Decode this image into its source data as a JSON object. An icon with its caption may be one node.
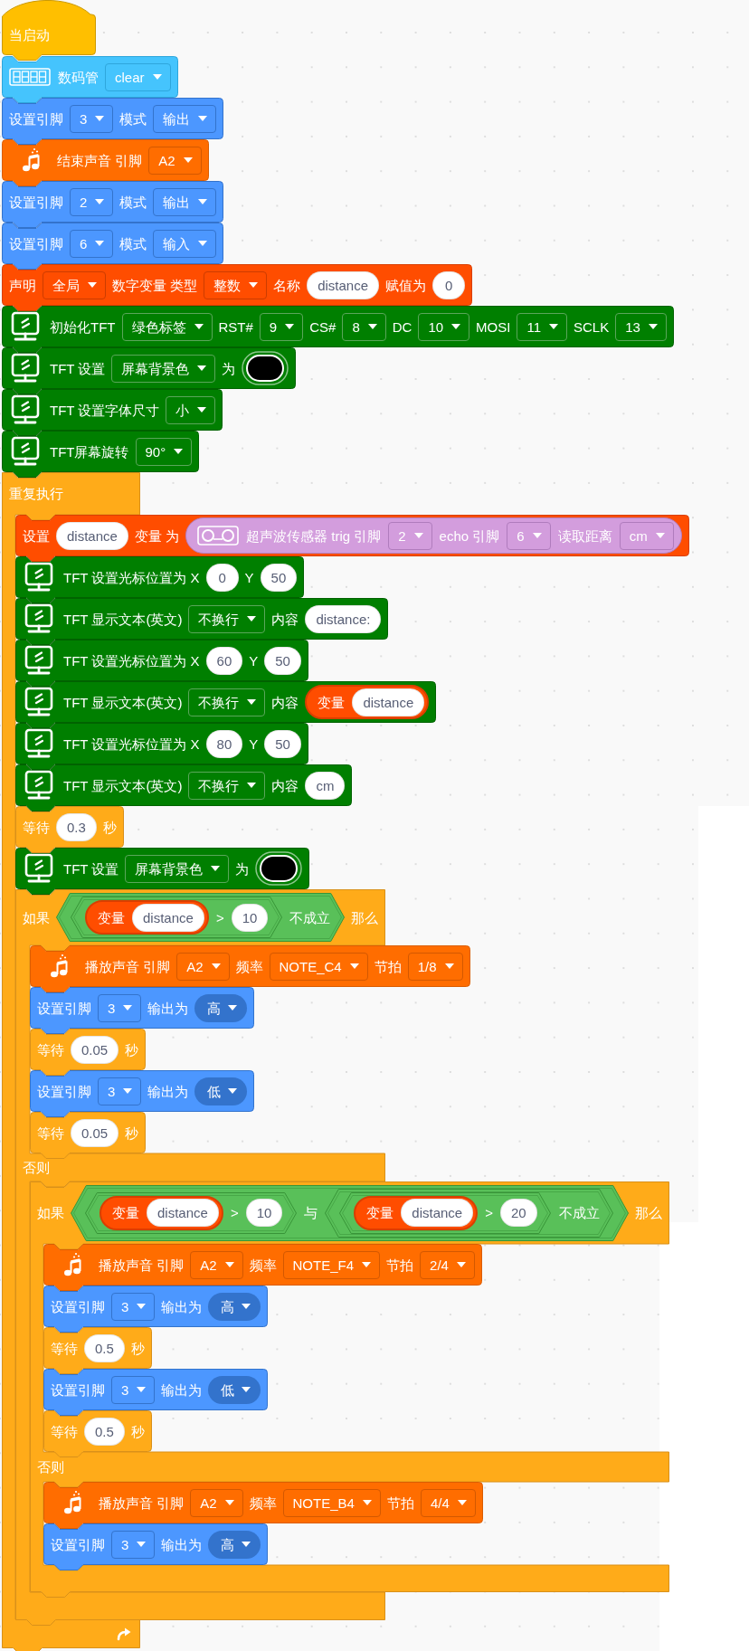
{
  "diagram": {
    "nodes": [
      {
        "text": [
          "当启动"
        ]
      },
      {
        "text": [
          "数码管"
        ]
      },
      {
        "text": [
          "clear"
        ],
        "in": 1
      },
      {
        "text": [
          "设置引脚",
          "模式"
        ]
      },
      {
        "text": [
          "3"
        ],
        "in": 3
      },
      {
        "text": [
          "输出"
        ],
        "in": 3
      },
      {
        "text": [
          "结束声音 引脚"
        ]
      },
      {
        "text": [
          "A2"
        ],
        "in": 6
      },
      {
        "text": [
          "设置引脚",
          "模式"
        ]
      },
      {
        "text": [
          "2"
        ],
        "in": 8
      },
      {
        "text": [
          "输出"
        ],
        "in": 8
      },
      {
        "text": [
          "设置引脚",
          "模式"
        ]
      },
      {
        "text": [
          "6"
        ],
        "in": 11
      },
      {
        "text": [
          "输入"
        ],
        "in": 11
      },
      {
        "text": [
          "声明",
          "数字变量 类型",
          "名称",
          "赋值为"
        ]
      },
      {
        "text": [
          "全局"
        ],
        "in": 14
      },
      {
        "text": [
          "整数"
        ],
        "in": 14
      },
      {
        "text": [
          "distance"
        ],
        "in": 14
      },
      {
        "text": [
          "0"
        ],
        "in": 14
      },
      {
        "text": [
          "初始化TFT",
          "RST#",
          "CS#",
          "DC",
          "MOSI",
          "SCLK"
        ]
      },
      {
        "text": [
          "绿色标签"
        ],
        "in": 19
      },
      {
        "text": [
          "9"
        ],
        "in": 19
      },
      {
        "text": [
          "8"
        ],
        "in": 19
      },
      {
        "text": [
          "10"
        ],
        "in": 19
      },
      {
        "text": [
          "11"
        ],
        "in": 19
      },
      {
        "text": [
          "13"
        ],
        "in": 19
      },
      {
        "text": [
          "TFT 设置",
          "为"
        ]
      },
      {
        "text": [
          "屏幕背景色"
        ],
        "in": 26
      },
      {
        "text": [
          "TFT 设置字体尺寸"
        ]
      },
      {
        "text": [
          "小"
        ],
        "in": 28
      },
      {
        "text": [
          "TFT屏幕旋转"
        ]
      },
      {
        "text": [
          "90°"
        ],
        "in": 30
      },
      {
        "text": [
          "重复执行"
        ]
      },
      {
        "text": [
          "设置",
          "变量 为"
        ]
      },
      {
        "text": [
          "distance"
        ],
        "in": 33
      },
      {
        "text": [
          "超声波传感器 trig 引脚",
          "echo 引脚",
          "读取距离"
        ],
        "in": 33
      },
      {
        "text": [
          "2"
        ],
        "in": 35
      },
      {
        "text": [
          "6"
        ],
        "in": 35
      },
      {
        "text": [
          "cm"
        ],
        "in": 35
      },
      {
        "text": [
          "TFT 设置光标位置为 X",
          "Y"
        ]
      },
      {
        "text": [
          "0"
        ],
        "in": 39
      },
      {
        "text": [
          "50"
        ],
        "in": 39
      },
      {
        "text": [
          "TFT 显示文本(英文)",
          "内容"
        ]
      },
      {
        "text": [
          "不换行"
        ],
        "in": 42
      },
      {
        "text": [
          "distance:"
        ],
        "in": 42
      },
      {
        "text": [
          "TFT 设置光标位置为 X",
          "Y"
        ]
      },
      {
        "text": [
          "60"
        ],
        "in": 45
      },
      {
        "text": [
          "50"
        ],
        "in": 45
      },
      {
        "text": [
          "TFT 显示文本(英文)",
          "内容"
        ]
      },
      {
        "text": [
          "不换行"
        ],
        "in": 48
      },
      {
        "text": [
          "变量"
        ],
        "in": 48
      },
      {
        "text": [
          "distance"
        ],
        "in": 50
      },
      {
        "text": [
          "TFT 设置光标位置为 X",
          "Y"
        ]
      },
      {
        "text": [
          "80"
        ],
        "in": 52
      },
      {
        "text": [
          "50"
        ],
        "in": 52
      },
      {
        "text": [
          "TFT 显示文本(英文)",
          "内容"
        ]
      },
      {
        "text": [
          "不换行"
        ],
        "in": 55
      },
      {
        "text": [
          "cm"
        ],
        "in": 55
      },
      {
        "text": [
          "等待",
          "秒"
        ],
        "in": 32
      },
      {
        "text": [
          "0.3"
        ],
        "in": 58
      },
      {
        "text": [
          "TFT 设置",
          "为"
        ]
      },
      {
        "text": [
          "屏幕背景色"
        ],
        "in": 60
      },
      {
        "text": [
          "如果",
          "那么",
          "否则"
        ]
      },
      {
        "text": [
          "不成立"
        ],
        "in": 62
      },
      {
        "text": [
          ">"
        ],
        "in": 63
      },
      {
        "text": [
          "变量"
        ],
        "in": 64
      },
      {
        "text": [
          "distance"
        ],
        "in": 65
      },
      {
        "text": [
          "10"
        ],
        "in": 64
      },
      {
        "text": [
          "播放声音 引脚",
          "频率",
          "节拍"
        ]
      },
      {
        "text": [
          "A2"
        ],
        "in": 68
      },
      {
        "text": [
          "NOTE_C4"
        ],
        "in": 68
      },
      {
        "text": [
          "1/8"
        ],
        "in": 68
      },
      {
        "text": [
          "设置引脚",
          "输出为"
        ],
        "in": 62
      },
      {
        "text": [
          "3"
        ],
        "in": 72
      },
      {
        "text": [
          "高"
        ],
        "in": 72
      },
      {
        "text": [
          "等待",
          "秒"
        ],
        "in": 62
      },
      {
        "text": [
          "0.05"
        ],
        "in": 75
      },
      {
        "text": [
          "设置引脚",
          "输出为"
        ],
        "in": 62
      },
      {
        "text": [
          "3"
        ],
        "in": 77
      },
      {
        "text": [
          "低"
        ],
        "in": 77
      },
      {
        "text": [
          "等待",
          "秒"
        ],
        "in": 62
      },
      {
        "text": [
          "0.05"
        ],
        "in": 80
      },
      {
        "text": [
          "如果",
          "那么",
          "否则"
        ]
      },
      {
        "text": [
          "与"
        ],
        "in": 82
      },
      {
        "text": [
          ">"
        ],
        "in": 83
      },
      {
        "text": [
          "变量"
        ],
        "in": 84
      },
      {
        "text": [
          "distance"
        ],
        "in": 85
      },
      {
        "text": [
          "10"
        ],
        "in": 84
      },
      {
        "text": [
          "不成立"
        ],
        "in": 83
      },
      {
        "text": [
          ">"
        ],
        "in": 88
      },
      {
        "text": [
          "变量"
        ],
        "in": 89
      },
      {
        "text": [
          "distance"
        ],
        "in": 90
      },
      {
        "text": [
          "20"
        ],
        "in": 89
      },
      {
        "text": [
          "播放声音 引脚",
          "频率",
          "节拍"
        ],
        "in": 82
      },
      {
        "text": [
          "A2"
        ],
        "in": 93
      },
      {
        "text": [
          "NOTE_F4"
        ],
        "in": 93
      },
      {
        "text": [
          "2/4"
        ],
        "in": 93
      },
      {
        "text": [
          "设置引脚",
          "输出为"
        ],
        "in": 82
      },
      {
        "text": [
          "3"
        ],
        "in": 97
      },
      {
        "text": [
          "高"
        ],
        "in": 97
      },
      {
        "text": [
          "等待",
          "秒"
        ],
        "in": 82
      },
      {
        "text": [
          "0.5"
        ],
        "in": 100
      },
      {
        "text": [
          "设置引脚",
          "输出为"
        ],
        "in": 82
      },
      {
        "text": [
          "3"
        ],
        "in": 102
      },
      {
        "text": [
          "低"
        ],
        "in": 102
      },
      {
        "text": [
          "等待",
          "秒"
        ],
        "in": 82
      },
      {
        "text": [
          "0.5"
        ],
        "in": 105
      },
      {
        "text": [
          "播放声音 引脚",
          "频率",
          "节拍"
        ],
        "in": 82
      },
      {
        "text": [
          "A2"
        ],
        "in": 107
      },
      {
        "text": [
          "NOTE_B4"
        ],
        "in": 107
      },
      {
        "text": [
          "4/4"
        ],
        "in": 107
      },
      {
        "text": [
          "设置引脚",
          "输出为"
        ],
        "in": 82
      },
      {
        "text": [
          "3"
        ],
        "in": 111
      },
      {
        "text": [
          "高"
        ],
        "in": 111
      }
    ]
  }
}
